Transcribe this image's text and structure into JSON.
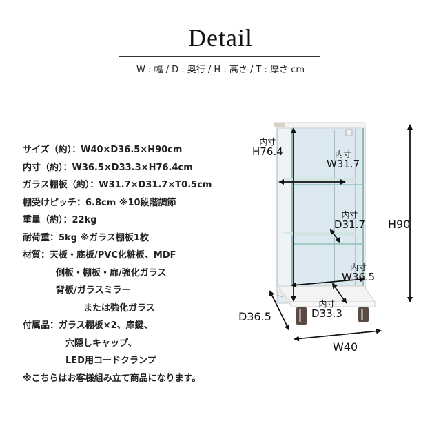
{
  "header": {
    "title": "Detail",
    "legend": "W : 幅 / D : 奥行 / H : 高さ / T : 厚さ cm"
  },
  "specs": [
    {
      "text": "サイズ（約）：W40×D36.5×H90cm",
      "indent": 0
    },
    {
      "text": "内寸（約）：W36.5×D33.3×H76.4cm",
      "indent": 0
    },
    {
      "text": "ガラス棚板（約）：W31.7×D31.7×T0.5cm",
      "indent": 0
    },
    {
      "text": "棚受けピッチ：6.8cm ※10段階調節",
      "indent": 0
    },
    {
      "text": "重量（約）：22kg",
      "indent": 0
    },
    {
      "text": "耐荷重：5kg ※ガラス棚板1枚",
      "indent": 0
    },
    {
      "text": "材質：天板・底板/PVC化粧板、MDF",
      "indent": 0
    },
    {
      "text": "側板・棚板・扉/強化ガラス",
      "indent": 1
    },
    {
      "text": "背板/ガラスミラー",
      "indent": 1
    },
    {
      "text": "または強化ガラス",
      "indent": 2
    },
    {
      "text": "付属品：ガラス棚板×2、扉鍵、",
      "indent": 0
    },
    {
      "text": "穴隠しキャップ、",
      "indent": 3
    },
    {
      "text": "LED用コードクランプ",
      "indent": 3
    },
    {
      "text": "※こちらはお客様組み立て商品になります。",
      "indent": 0
    }
  ],
  "diagram": {
    "inner_label": "内寸",
    "inner_h": "H76.4",
    "inner_w_shelf": "W31.7",
    "inner_d_shelf": "D31.7",
    "inner_w": "W36.5",
    "inner_d": "D33.3",
    "outer_h": "H90",
    "outer_d": "D36.5",
    "outer_w": "W40"
  },
  "colors": {
    "text": "#222222",
    "rule": "#333333",
    "glass": "#dfe9f1",
    "cabinet_white": "#f7f7f7",
    "leg": "#5a4a44"
  }
}
